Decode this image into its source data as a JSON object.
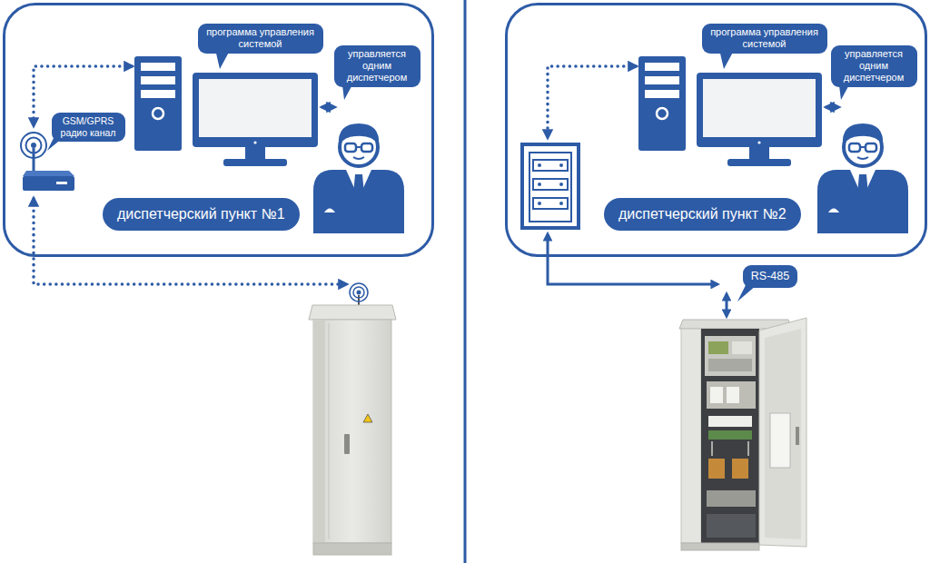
{
  "diagram": {
    "nodes": [
      {
        "text": [
          "диспетчерский пункт №1"
        ]
      },
      {
        "text": [
          "программа управления системой"
        ],
        "in": 0
      },
      {
        "text": [
          "управляется одним диспетчером"
        ],
        "in": 0
      },
      {
        "text": [
          "GSM/GPRS радио канал"
        ],
        "in": 0
      },
      {
        "text": [
          "диспетчерский пункт №2"
        ]
      },
      {
        "text": [
          "программа управления системой"
        ],
        "in": 4
      },
      {
        "text": [
          "управляется одним диспетчером"
        ],
        "in": 4
      },
      {
        "text": [
          "RS-485"
        ]
      }
    ]
  }
}
